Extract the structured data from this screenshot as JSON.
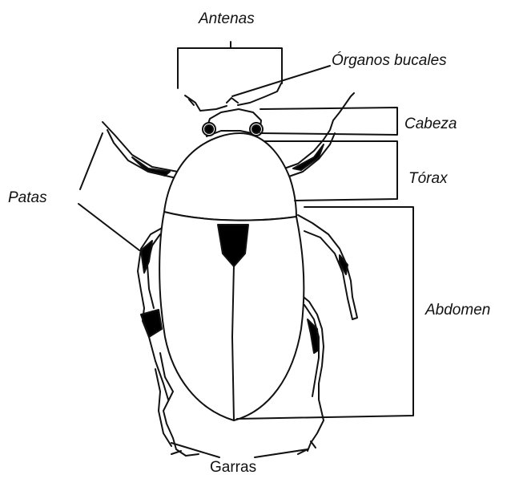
{
  "diagram": {
    "labels": {
      "antenas": "Antenas",
      "organos_bucales": "Órganos bucales",
      "cabeza": "Cabeza",
      "torax": "Tórax",
      "patas": "Patas",
      "abdomen": "Abdomen",
      "garras": "Garras"
    },
    "colors": {
      "line": "#111111",
      "fill": "#ffffff",
      "dark": "#000000"
    }
  }
}
